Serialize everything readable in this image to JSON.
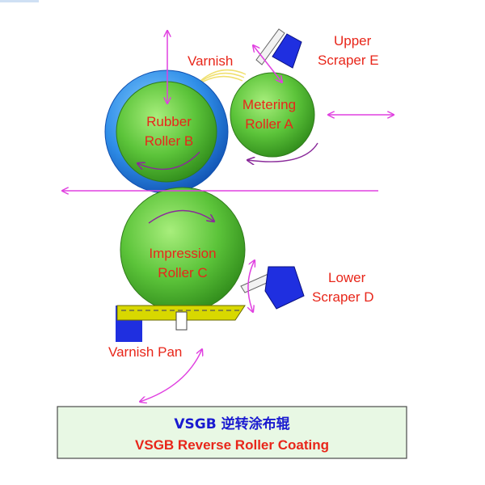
{
  "labels": {
    "upper_scraper": [
      "Upper",
      "Scraper E"
    ],
    "varnish": "Varnish",
    "metering_roller": [
      "Metering",
      "Roller A"
    ],
    "rubber_roller": [
      "Rubber",
      "Roller B"
    ],
    "impression_roller": [
      "Impression",
      "Roller C"
    ],
    "lower_scraper": [
      "Lower",
      "Scraper D"
    ],
    "varnish_pan": "Varnish Pan"
  },
  "title": {
    "chinese": "VSGB 逆转涂布辊",
    "english": "VSGB Reverse Roller Coating"
  },
  "colors": {
    "label_red": "#e8261a",
    "title_blue": "#1a1ad0",
    "roller_green": "#5cc43a",
    "rubber_blue": "#2f8ee8",
    "arrow_magenta": "#e040e0",
    "scraper_blue": "#1f2fe0",
    "pan_yellow": "#d8d800",
    "title_box_fill": "#e8f8e4"
  },
  "icons": [
    "double-arrow-icon",
    "rotation-arrow-icon",
    "scraper-blade-icon"
  ]
}
